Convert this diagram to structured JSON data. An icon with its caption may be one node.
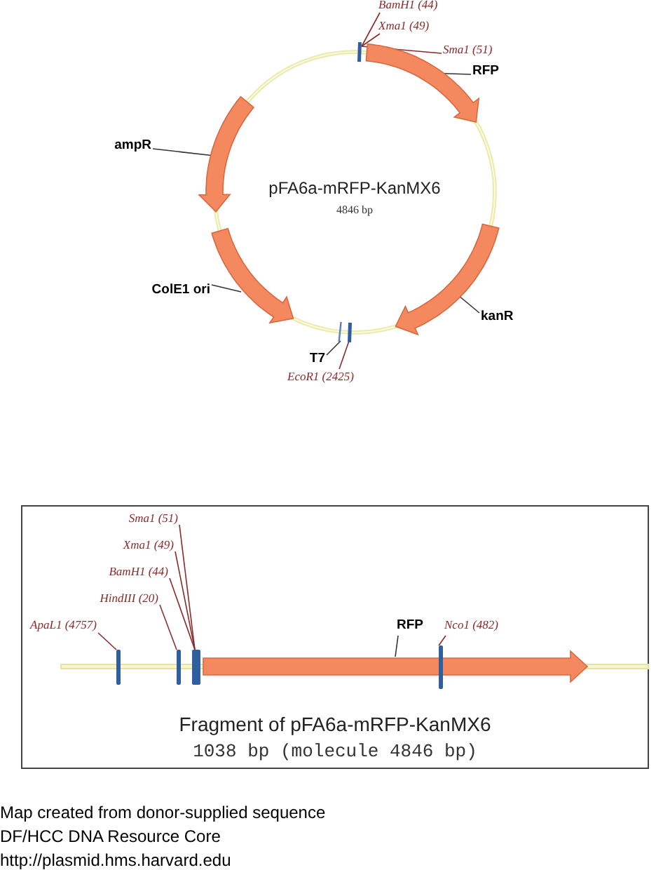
{
  "diagram": {
    "nodes": [
      {
        "text": [
          "pFA6a-mRFP-KanMX6",
          "4846 bp"
        ]
      },
      {
        "text": [
          "BamH1 (44)"
        ]
      },
      {
        "text": [
          "Xma1 (49)"
        ]
      },
      {
        "text": [
          "Sma1 (51)"
        ]
      },
      {
        "text": [],
        "shape": "bar"
      },
      {
        "text": [
          "RFP"
        ]
      },
      {
        "text": [],
        "shape": "arrow"
      },
      {
        "text": [
          "ampR"
        ]
      },
      {
        "text": [],
        "shape": "arrow"
      },
      {
        "text": [
          "ColE1 ori"
        ]
      },
      {
        "text": [],
        "shape": "arrow"
      },
      {
        "text": [
          "kanR"
        ]
      },
      {
        "text": [],
        "shape": "arrow"
      },
      {
        "text": [
          "T7"
        ]
      },
      {
        "text": [],
        "shape": "bar"
      },
      {
        "text": [
          "EcoR1 (2425)"
        ]
      },
      {
        "text": [],
        "shape": "bar"
      },
      {
        "text": [
          "Fragment of pFA6a-mRFP-KanMX6",
          "1038 bp (molecule 4846 bp)"
        ]
      },
      {
        "text": [
          "Sma1 (51)"
        ],
        "in": 17
      },
      {
        "text": [
          "Xma1 (49)"
        ],
        "in": 17
      },
      {
        "text": [
          "BamH1 (44)"
        ],
        "in": 17
      },
      {
        "text": [
          "HindIII (20)"
        ],
        "in": 17
      },
      {
        "text": [
          "ApaL1 (4757)"
        ],
        "in": 17
      },
      {
        "text": [
          "RFP"
        ],
        "in": 17
      },
      {
        "text": [
          "Nco1 (482)"
        ],
        "in": 17
      },
      {
        "text": [],
        "shape": "bar",
        "in": 17
      },
      {
        "text": [],
        "shape": "bar",
        "in": 17
      },
      {
        "text": [],
        "shape": "bar",
        "in": 17
      },
      {
        "text": [],
        "shape": "arrow",
        "in": 17
      },
      {
        "text": [],
        "shape": "bar",
        "in": 17
      }
    ],
    "edges": [
      {
        "from": 1,
        "to": 4,
        "arrow": "none"
      },
      {
        "from": 2,
        "to": 4,
        "arrow": "none"
      },
      {
        "from": 3,
        "to": 4,
        "arrow": "none"
      },
      {
        "from": 5,
        "to": 6,
        "arrow": "none",
        "color": "#333333"
      },
      {
        "from": 7,
        "to": 8,
        "arrow": "none",
        "color": "#333333"
      },
      {
        "from": 9,
        "to": 10,
        "arrow": "none",
        "color": "#333333"
      },
      {
        "from": 11,
        "to": 12,
        "arrow": "none",
        "color": "#333333"
      },
      {
        "from": 13,
        "to": 14,
        "arrow": "none",
        "color": "#333333"
      },
      {
        "from": 15,
        "to": 16,
        "arrow": "none"
      },
      {
        "from": 18,
        "to": 27,
        "arrow": "none"
      },
      {
        "from": 19,
        "to": 27,
        "arrow": "none"
      },
      {
        "from": 20,
        "to": 27,
        "arrow": "none"
      },
      {
        "from": 21,
        "to": 26,
        "arrow": "none"
      },
      {
        "from": 22,
        "to": 25,
        "arrow": "none"
      },
      {
        "from": 23,
        "to": 28,
        "arrow": "none",
        "color": "#333333"
      },
      {
        "from": 24,
        "to": 29,
        "arrow": "none"
      }
    ],
    "labels": [
      "Map created from donor-supplied sequence",
      "DF/HCC DNA Resource Core",
      "http://plasmid.hms.harvard.edu"
    ]
  }
}
